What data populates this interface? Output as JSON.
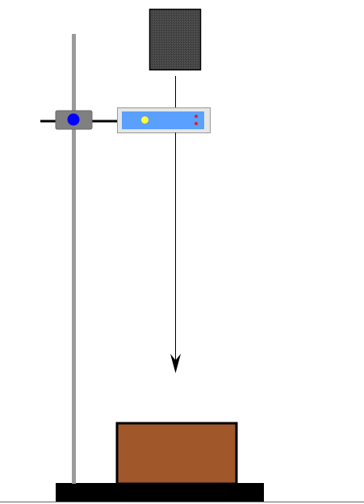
{
  "diagram": {
    "components": [
      {
        "id": "ground-line",
        "kind": "line"
      },
      {
        "id": "stand-base",
        "kind": "rectangle",
        "color": "#000000"
      },
      {
        "id": "stand-rod",
        "kind": "rod",
        "color": "#9a9a9a"
      },
      {
        "id": "clamp-boss",
        "kind": "clamp",
        "color": "#808080"
      },
      {
        "id": "clamp-knob",
        "kind": "knob",
        "color": "#0000ff"
      },
      {
        "id": "clamp-arm",
        "kind": "arm",
        "color": "#000000"
      },
      {
        "id": "sensor-unit",
        "kind": "device",
        "color": "#5aa0ff"
      },
      {
        "id": "sensor-indicator-light",
        "kind": "indicator",
        "color": "#ffff33"
      },
      {
        "id": "sensor-status-lights",
        "kind": "indicator",
        "color": "#dd2222"
      },
      {
        "id": "falling-object",
        "kind": "block",
        "color": "#444444"
      },
      {
        "id": "fall-path-arrow",
        "kind": "arrow",
        "direction": "down",
        "color": "#000000"
      },
      {
        "id": "landing-box",
        "kind": "box",
        "color": "#a0582a"
      }
    ]
  }
}
